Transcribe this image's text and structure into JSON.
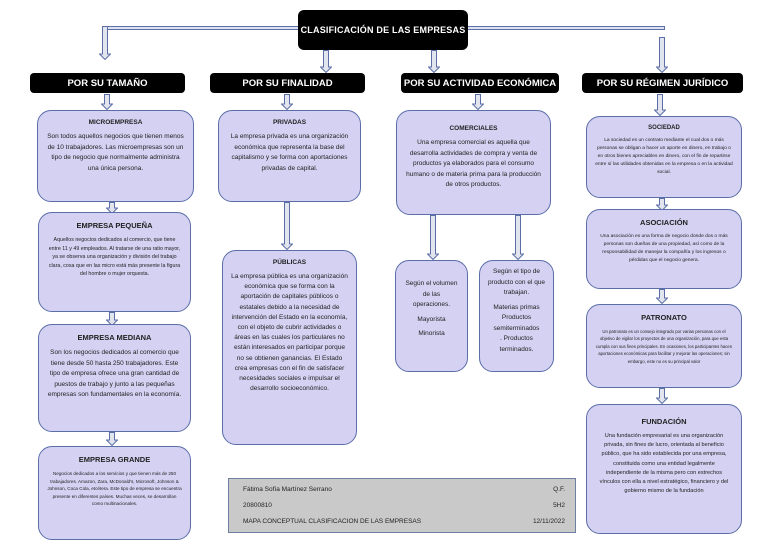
{
  "title": "CLASIFICACIÓN DE LAS EMPRESAS",
  "categories": [
    {
      "label": "POR SU TAMAÑO"
    },
    {
      "label": "POR SU FINALIDAD"
    },
    {
      "label": "POR SU ACTIVIDAD ECONÓMICA"
    },
    {
      "label": "POR SU RÉGIMEN JURÍDICO"
    }
  ],
  "tamano": [
    {
      "heading": "MICROEMPRESA",
      "text": "Son todos aquellos negocios que tienen menos de 10 trabajadores. Las microempresas son un tipo de negocio que normalmente administra una única persona."
    },
    {
      "heading": "EMPRESA PEQUEÑA",
      "text": "Aquellos negocios dedicados al comercio, que tiene entre 11 y 49 empleados. Al tratarse de una ratio mayor, ya se observa una organización y división del trabajo clara, cosa que en las micro está más presente la figura del hombre o mujer orquesta."
    },
    {
      "heading": "EMPRESA MEDIANA",
      "text": "Son los negocios dedicados al comercio que tiene desde 50 hasta 250 trabajadores. Este tipo de empresa ofrece una gran cantidad de puestos de trabajo y junto a las pequeñas empresas son fundamentales en la economía."
    },
    {
      "heading": "EMPRESA GRANDE",
      "text": "Negocios dedicados a los servicios y que tienen más de 250 trabajadores. Amazon, Zara, McDonald's, Microsoft, Johnson & Johnson, Coca Cola, etcétera. Este tipo de empresa se encuentra presente en diferentes países. Muchas veces, se desarrollan como multinacionales."
    }
  ],
  "finalidad": [
    {
      "heading": "PRIVADAS",
      "text": "La empresa privada es una organización económica que representa la base del capitalismo y se forma con aportaciones privadas de capital."
    },
    {
      "heading": "PÚBLICAS",
      "text": "La empresa pública es una organización económica que se forma con la aportación de capitales públicos o estatales debido a la necesidad de intervención del Estado en la economía, con el objeto de cubrir actividades o áreas en las cuales los particulares no están interesados en participar porque no se obtienen ganancias. El Estado crea empresas con el fin de satisfacer necesidades sociales e impulsar el desarrollo socioeconómico."
    }
  ],
  "actividad": {
    "comerciales": {
      "heading": "COMERCIALES",
      "text": "Una empresa comercial es aquella que desarrolla actividades de compra y venta de productos ya elaborados para el consumo humano o de materia prima para la producción de otros productos."
    },
    "volumen": {
      "text": "Según el volumen de las operaciones.",
      "items": [
        "Mayorista",
        "Minorista"
      ]
    },
    "tipo": {
      "text": "Según el tipo de producto con el que trabajan.",
      "items": [
        "Materias primas Productos semiterminados",
        ". Productos terminados."
      ]
    }
  },
  "juridico": [
    {
      "heading": "SOCIEDAD",
      "text": "La sociedad es un contrato mediante el cual dos o más personas se obligan a hacer un aporte en dinero, en trabajo o en otros bienes apreciables en dinero, con el fin de repartirse entre sí las utilidades obtenidas en la empresa o en la actividad social."
    },
    {
      "heading": "ASOCIACIÓN",
      "text": "Una asociación es una forma de negocio donde dos o más personas son dueñas de una propiedad, así como de la responsabilidad de manejar la compañía y los ingresos o pérdidas que el negocio genera."
    },
    {
      "heading": "PATRONATO",
      "text": "Un patronato es un consejo integrado por varias personas con el objetivo de vigilar los proyectos de una organización, para que esta cumpla con sus fines principales. En ocasiones, los participantes hacen aportaciones económicas para facilitar y mejorar las operaciones; sin embargo, este no es su principal valor"
    },
    {
      "heading": "FUNDACIÓN",
      "text": "Una fundación empresarial es una organización privada, sin fines de lucro, orientada al beneficio público, que ha sido establecida por una empresa, constituida como una entidad legalmente independiente de la misma pero con estrechos vínculos con ella a nivel estratégico, financiero y del gobierno mismo de la fundación"
    }
  ],
  "footer": {
    "name": "Fátima Sofía Martínez Serrano",
    "career": "Q.F.",
    "id": "20800810",
    "group": "5H2",
    "subject": "MAPA CONCEPTUAL CLASIFICACION DE LAS EMPRESAS",
    "date": "12/11/2022"
  },
  "colors": {
    "box_fill": "#d4d1f2",
    "box_border": "#5b6ea8",
    "header_fill": "#000000",
    "footer_fill": "#c9c9c9"
  }
}
